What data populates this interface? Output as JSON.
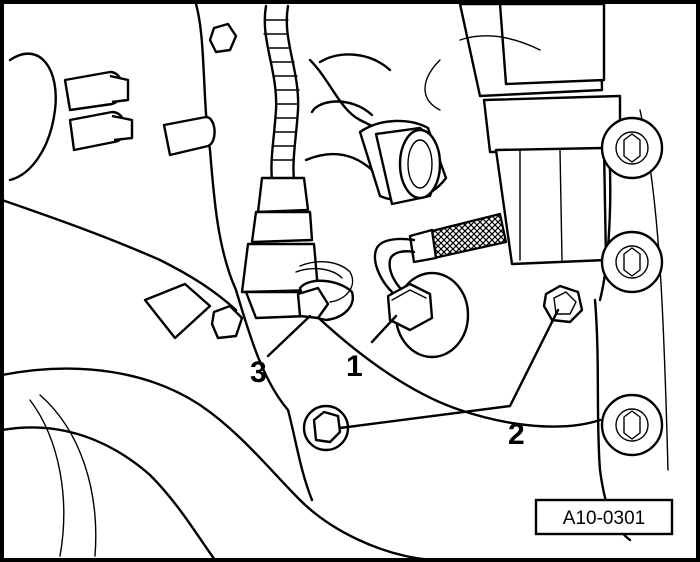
{
  "figure": {
    "reference_code": "A10-0301"
  },
  "callouts": [
    {
      "id": "1",
      "label": "1"
    },
    {
      "id": "2",
      "label": "2"
    },
    {
      "id": "3",
      "label": "3"
    }
  ],
  "colors": {
    "line": "#000000",
    "background": "#ffffff"
  }
}
